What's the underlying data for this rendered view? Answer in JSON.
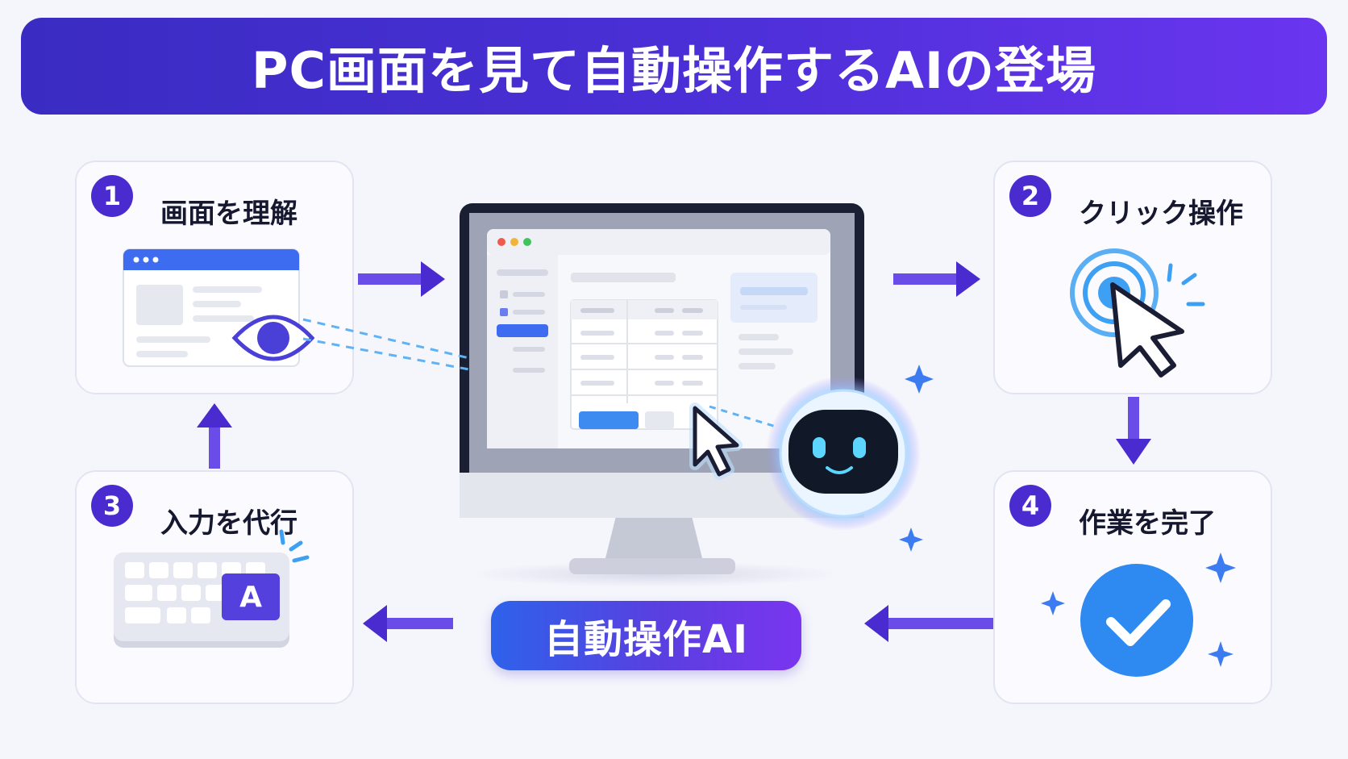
{
  "title": "PC画面を見て自動操作するAIの登場",
  "center_label": "自動操作AI",
  "steps": [
    {
      "number": "1",
      "label": "画面を理解"
    },
    {
      "number": "2",
      "label": "クリック操作"
    },
    {
      "number": "3",
      "label": "入力を代行"
    },
    {
      "number": "4",
      "label": "作業を完了"
    }
  ],
  "keyboard_key": "A",
  "colors": {
    "primary": "#4a2bcf",
    "accent_blue": "#2e8af0",
    "arrow": "#5b3fe0",
    "robot_glow": "#9ad8ff"
  },
  "icons": [
    "eye-icon",
    "click-cursor-icon",
    "keyboard-icon",
    "checkmark-icon",
    "robot-icon",
    "monitor-icon",
    "sparkle-icon"
  ]
}
